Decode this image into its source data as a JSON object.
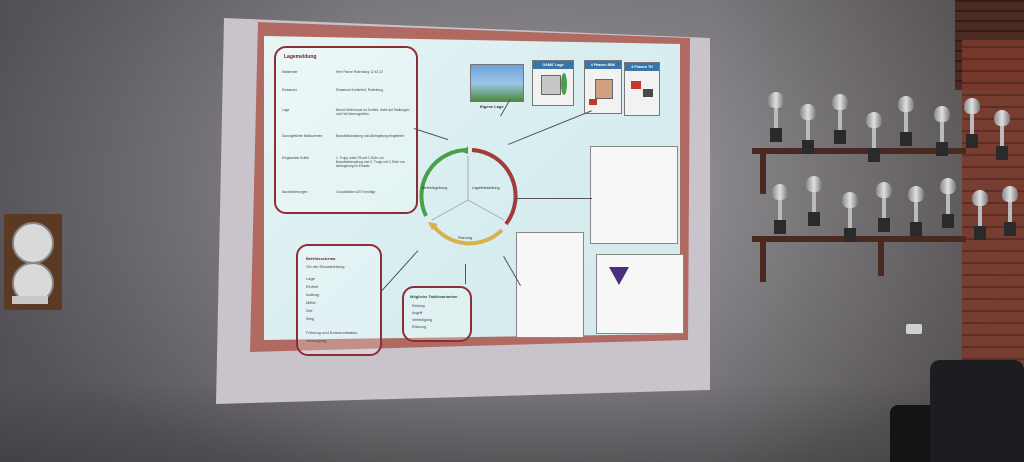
{
  "slide": {
    "lage": {
      "title": "Lagemeldung",
      "rows": [
        {
          "k": "Meldender",
          "v": "Herr Panne Rotenburg 12 43 22"
        },
        {
          "k": "Einsatzort",
          "v": "Einsatzort Kortenhof, Rotenburg"
        },
        {
          "k": "Lage",
          "v": "Brennt Wohnhaus im Dorfteil, droht auf Stallungen und Hof überzugreifen"
        },
        {
          "k": "Durchgeführte Maßnahmen",
          "v": "Brandbekämpfung und Abriegelung eingeleitet"
        },
        {
          "k": "Eingesetzte Kräfte",
          "v": "1. Trupp unter PA mit C-Rohr zur Brandbekämpfung und 2. Trupp mit C-Rohr zur Abriegelung im Einsatz"
        },
        {
          "k": "Nachforderungen",
          "v": "4 zusätzliche AGT benötigt"
        }
      ]
    },
    "befehl": {
      "title": "Befehlsschema",
      "items": [
        "Ort der Einsatzleitung",
        "Lage",
        "Einheit",
        "Auftrag",
        "Mittel",
        "Ziel",
        "Weg",
        "Führung und Kommunikation",
        "Versorgung"
      ]
    },
    "taktik": {
      "title": "Mögliche Taktikvarianten",
      "items": [
        "Rettung",
        "Angriff",
        "Verteidigung",
        "Rückzug"
      ]
    },
    "cycle": {
      "left": "Befehlsgebung",
      "right": "Lagefeststellung",
      "bottom": "Planung"
    },
    "pictures": [
      {
        "head": "",
        "caption": "Eigene Lage"
      },
      {
        "head": "GAMS' Lage",
        "caption": ""
      },
      {
        "head": "4 Phasen BBK",
        "caption": ""
      },
      {
        "head": "4 Phasen TH",
        "caption": ""
      }
    ]
  },
  "colors": {
    "accent": "#8c2f35",
    "green": "#4aa04a",
    "amber": "#d8b04c",
    "red": "#a33b3b"
  }
}
